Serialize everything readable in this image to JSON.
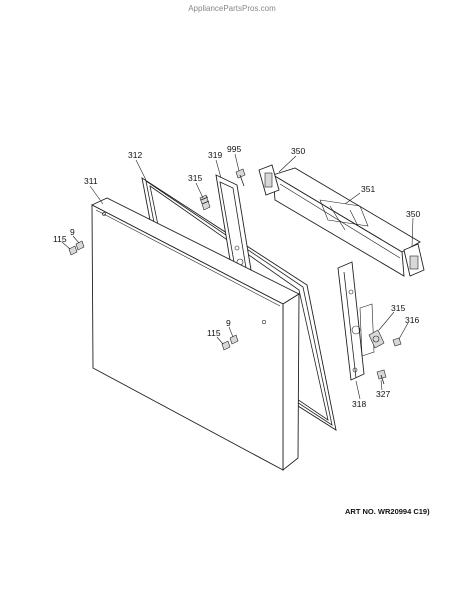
{
  "watermark": "AppliancePartsPros.com",
  "art_number": "ART NO. WR20994 C19)",
  "callouts": {
    "c311": "311",
    "c312": "312",
    "c315a": "315",
    "c319": "319",
    "c995": "995",
    "c350a": "350",
    "c351": "351",
    "c350b": "350",
    "c115a": "115",
    "c9a": "9",
    "c9b": "9",
    "c115b": "115",
    "c315b": "315",
    "c316": "316",
    "c327": "327",
    "c318": "318"
  }
}
